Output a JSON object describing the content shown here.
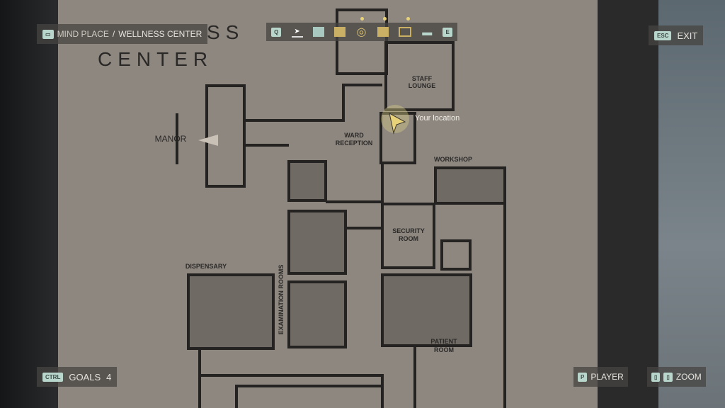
{
  "map_title": {
    "line1": "SS",
    "line2": "CENTER"
  },
  "breadcrumb": {
    "text1": "MIND PLACE",
    "sep": "/",
    "text2": "WELLNESS CENTER"
  },
  "toolbar": {
    "left_key": "Q",
    "right_key": "E",
    "items": [
      "navigate-icon",
      "case-file-icon",
      "document-icon",
      "radio-signal-icon",
      "cassette-icon",
      "tv-icon",
      "gun-icon"
    ],
    "active": "navigate-icon",
    "accent": "#e7d27a"
  },
  "exit": {
    "key": "ESC",
    "label": "EXIT"
  },
  "goals": {
    "key": "CTRL",
    "label": "GOALS",
    "count": "4"
  },
  "player": {
    "key": "P",
    "label": "PLAYER"
  },
  "zoom": {
    "label": "ZOOM"
  },
  "rooms": {
    "staff_lounge": [
      "STAFF",
      "LOUNGE"
    ],
    "ward_reception": [
      "WARD",
      "RECEPTION"
    ],
    "manor": "MANOR",
    "workshop": "WORKSHOP",
    "security": [
      "SECURITY",
      "ROOM"
    ],
    "dispensary": "DISPENSARY",
    "exam": "EXAMINATION ROOMS",
    "patient": [
      "PATIENT",
      "ROOM"
    ]
  },
  "marker": {
    "label": "Your location"
  }
}
